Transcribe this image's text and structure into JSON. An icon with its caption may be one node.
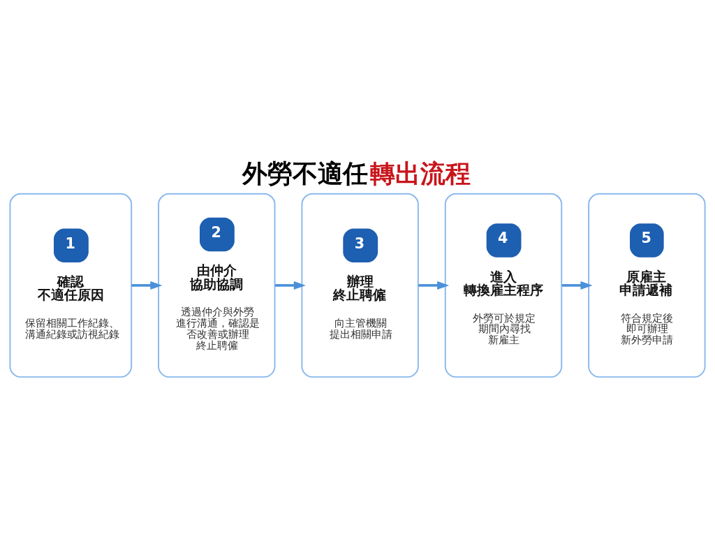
{
  "diagram": {
    "title": "外勞不適任轉出流程",
    "nodes": [
      {
        "text": [
          "1",
          "確認不適任原因",
          "保留相關工作紀錄、溝通紀錄或訪視紀錄"
        ]
      },
      {
        "text": [
          "2",
          "由仲介協助協調",
          "透過仲介與外勞進行溝通，確認是否改善或辦理終止聘僱"
        ]
      },
      {
        "text": [
          "3",
          "辦理終止聘僱",
          "向主管機關提出相關申請"
        ]
      },
      {
        "text": [
          "4",
          "進入轉換雇主程序",
          "外勞可於規定期間內尋找新雇主"
        ]
      },
      {
        "text": [
          "5",
          "原雇主申請遞補",
          "符合規定後即可辦理新外勞申請"
        ]
      }
    ],
    "edges": [
      {
        "from": 0,
        "to": 1,
        "arrow": "to"
      },
      {
        "from": 1,
        "to": 2,
        "arrow": "to"
      },
      {
        "from": 2,
        "to": 3,
        "arrow": "to"
      },
      {
        "from": 3,
        "to": 4,
        "arrow": "to"
      }
    ]
  }
}
